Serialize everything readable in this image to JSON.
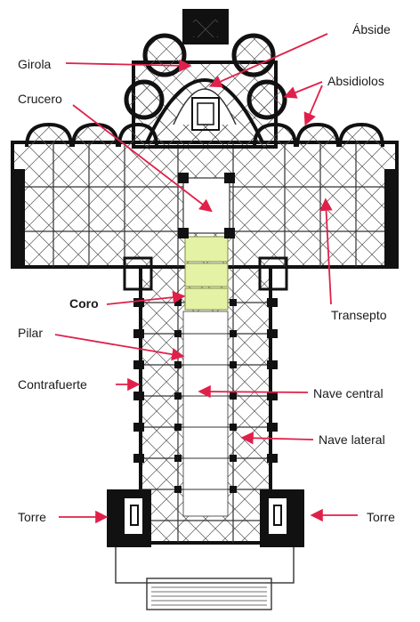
{
  "colors": {
    "wall": "#111111",
    "line": "#333333",
    "arrow": "#e0204a",
    "coro_fill": "#e4f2a6",
    "background": "#ffffff"
  },
  "labels": [
    {
      "id": "absideLabel",
      "text": "Ábside"
    },
    {
      "id": "girolaLabel",
      "text": "Girola"
    },
    {
      "id": "absidiolosLabel",
      "text": "Absidiolos"
    },
    {
      "id": "cruceroLabel",
      "text": "Crucero"
    },
    {
      "id": "coroLabel",
      "text": "Coro"
    },
    {
      "id": "transeptoLabel",
      "text": "Transepto"
    },
    {
      "id": "pilarLabel",
      "text": "Pilar"
    },
    {
      "id": "contrafuerteLabel",
      "text": "Contrafuerte"
    },
    {
      "id": "naveCentralLabel",
      "text": "Nave central"
    },
    {
      "id": "naveLateralLabel",
      "text": "Nave lateral"
    },
    {
      "id": "torreLeftLabel",
      "text": "Torre"
    },
    {
      "id": "torreRightLabel",
      "text": "Torre"
    }
  ]
}
